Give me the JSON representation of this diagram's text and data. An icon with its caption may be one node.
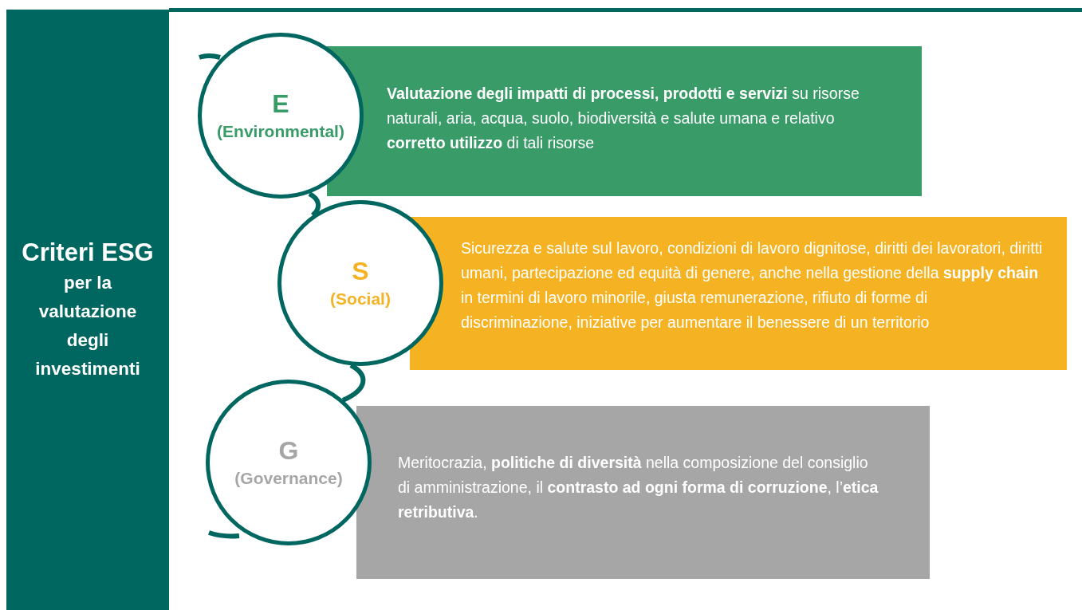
{
  "diagram": {
    "nodes": [
      {
        "text": [
          "Criteri ESG",
          "per la valutazione degli investimenti"
        ]
      },
      {
        "text": [
          "E",
          "(Environmental)"
        ]
      },
      {
        "text": [
          "**Valutazione degli impatti di processi, prodotti e servizi** su risorse naturali, aria, acqua, suolo, biodiversità e salute umana e relativo **corretto utilizzo** di tali risorse"
        ]
      },
      {
        "text": [
          "S",
          "(Social)"
        ]
      },
      {
        "text": [
          "Sicurezza e salute sul lavoro, condizioni di lavoro dignitose, diritti dei lavoratori, diritti umani, partecipazione ed equità di genere, anche nella gestione della **supply chain** in termini di lavoro minorile, giusta remunerazione, rifiuto di forme di discriminazione, iniziative per aumentare il benessere di un territorio"
        ]
      },
      {
        "text": [
          "G",
          "(Governance)"
        ]
      },
      {
        "text": [
          "Meritocrazia, **politiche di diversità** nella composizione del consiglio di amministrazione, il **contrasto ad ogni forma di corruzione**, l’**etica retributiva**."
        ]
      }
    ],
    "edges": [
      {
        "from": 1,
        "to": 3,
        "arrow": "none"
      },
      {
        "from": 3,
        "to": 5,
        "arrow": "none"
      }
    ]
  }
}
